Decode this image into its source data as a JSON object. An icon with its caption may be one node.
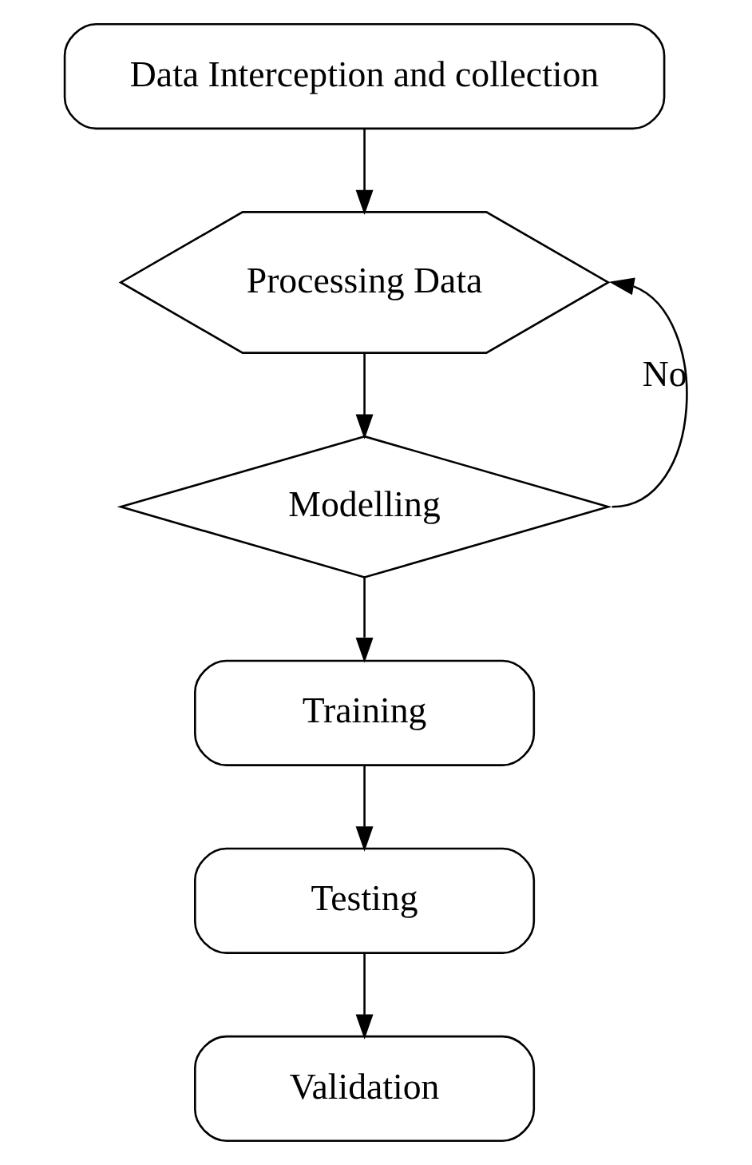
{
  "diagram": {
    "nodes": [
      {
        "text": [
          "Data Interception and collection"
        ]
      },
      {
        "text": [
          "Processing Data"
        ]
      },
      {
        "text": [
          "Modelling"
        ]
      },
      {
        "text": [
          "Training"
        ]
      },
      {
        "text": [
          "Testing"
        ]
      },
      {
        "text": [
          "Validation"
        ]
      }
    ],
    "edges": [
      {
        "from": 0,
        "to": 1,
        "arrow": "to"
      },
      {
        "from": 1,
        "to": 2,
        "arrow": "to"
      },
      {
        "from": 2,
        "to": 3,
        "arrow": "to"
      },
      {
        "from": 3,
        "to": 4,
        "arrow": "to"
      },
      {
        "from": 4,
        "to": 5,
        "arrow": "to"
      },
      {
        "from": 2,
        "to": 1,
        "arrow": "to",
        "label": "No"
      }
    ]
  }
}
